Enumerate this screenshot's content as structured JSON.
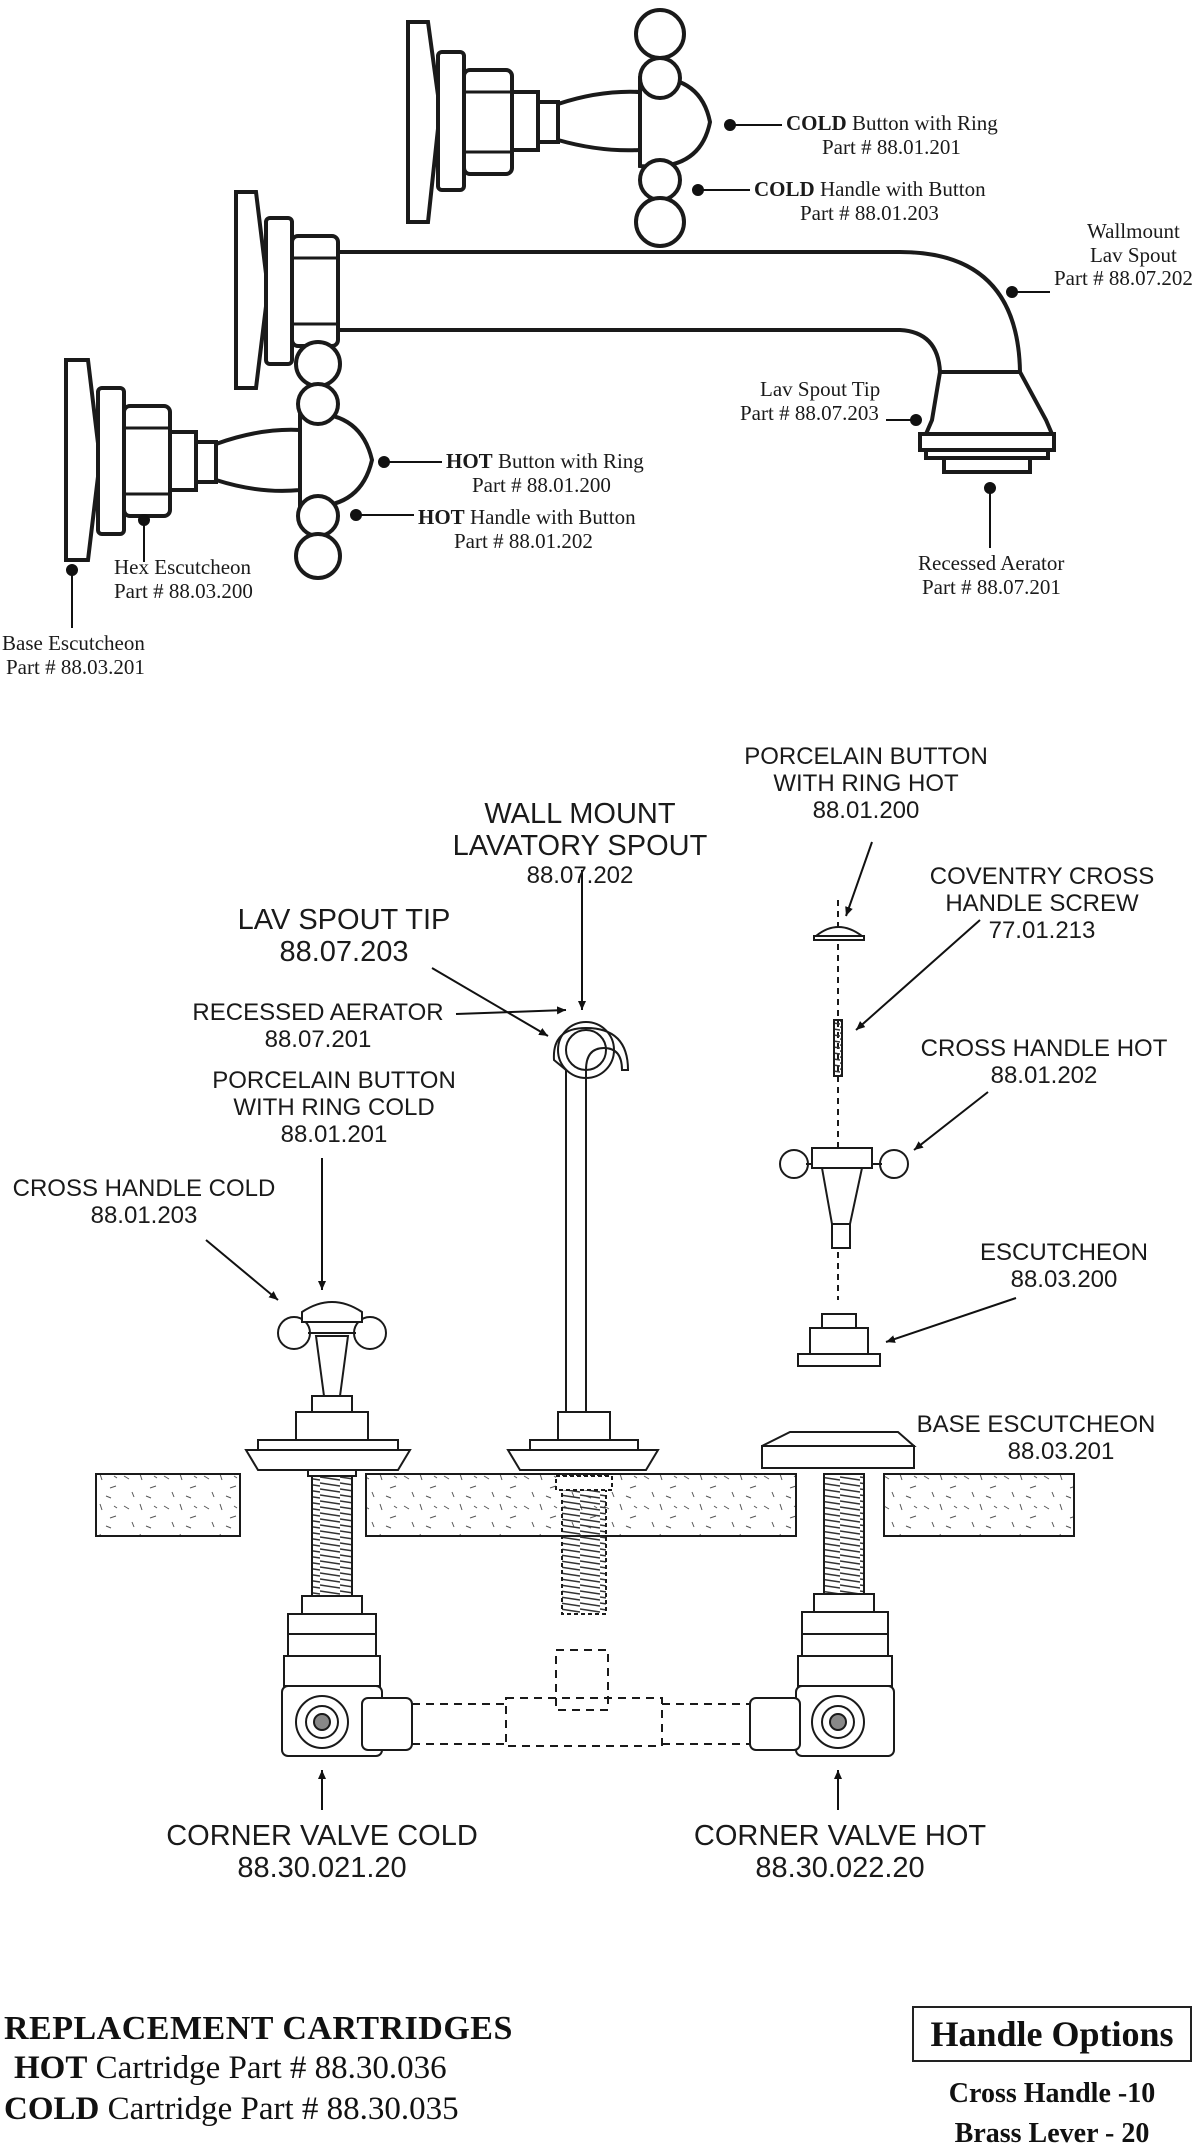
{
  "top_labels": {
    "cold_button_title_bold": "COLD",
    "cold_button_title_rest": " Button with Ring",
    "cold_button_part": "Part # 88.01.201",
    "cold_handle_title_bold": "COLD",
    "cold_handle_title_rest": " Handle with Button",
    "cold_handle_part": "Part # 88.01.203",
    "wallmount_line1": "Wallmount",
    "wallmount_line2": "Lav Spout",
    "wallmount_part": "Part # 88.07.202",
    "spout_tip_title": "Lav Spout Tip",
    "spout_tip_part": "Part # 88.07.203",
    "hot_button_title_bold": "HOT",
    "hot_button_title_rest": " Button with Ring",
    "hot_button_part": "Part #  88.01.200",
    "hot_handle_title_bold": "HOT",
    "hot_handle_title_rest": " Handle with Button",
    "hot_handle_part": "Part #  88.01.202",
    "hex_escutcheon_title": "Hex Escutcheon",
    "hex_escutcheon_part": "Part # 88.03.200",
    "base_escutcheon_title": "Base Escutcheon",
    "base_escutcheon_part": "Part # 88.03.201",
    "recessed_aerator_title": "Recessed Aerator",
    "recessed_aerator_part": "Part # 88.07.201"
  },
  "schematic_labels": {
    "porcelain_hot_l1": "PORCELAIN BUTTON",
    "porcelain_hot_l2": "WITH RING HOT",
    "porcelain_hot_part": "88.01.200",
    "wall_mount_l1": "WALL MOUNT",
    "wall_mount_l2": "LAVATORY SPOUT",
    "wall_mount_part": "88.07.202",
    "coventry_l1": "COVENTRY CROSS",
    "coventry_l2": "HANDLE SCREW",
    "coventry_part": "77.01.213",
    "lav_tip_l1": "LAV SPOUT TIP",
    "lav_tip_part": "88.07.203",
    "recessed_l1": "RECESSED AERATOR",
    "recessed_part": "88.07.201",
    "cross_hot_l1": "CROSS HANDLE HOT",
    "cross_hot_part": "88.01.202",
    "porcelain_cold_l1": "PORCELAIN BUTTON",
    "porcelain_cold_l2": "WITH RING COLD",
    "porcelain_cold_part": "88.01.201",
    "cross_cold_l1": "CROSS HANDLE COLD",
    "cross_cold_part": "88.01.203",
    "escutcheon_l1": "ESCUTCHEON",
    "escutcheon_part": "88.03.200",
    "base_esc_l1": "BASE ESCUTCHEON",
    "base_esc_part": "88.03.201",
    "corner_cold_l1": "CORNER VALVE COLD",
    "corner_cold_part": "88.30.021.20",
    "corner_hot_l1": "CORNER VALVE HOT",
    "corner_hot_part": "88.30.022.20"
  },
  "cartridges": {
    "heading": "REPLACEMENT CARTRIDGES",
    "hot_bold": "HOT",
    "hot_rest": " Cartridge Part # 88.30.036",
    "cold_bold": "COLD",
    "cold_rest": " Cartridge Part # 88.30.035"
  },
  "handle_options": {
    "title": "Handle Options",
    "option1": "Cross Handle -10",
    "option2": "Brass Lever - 20"
  }
}
